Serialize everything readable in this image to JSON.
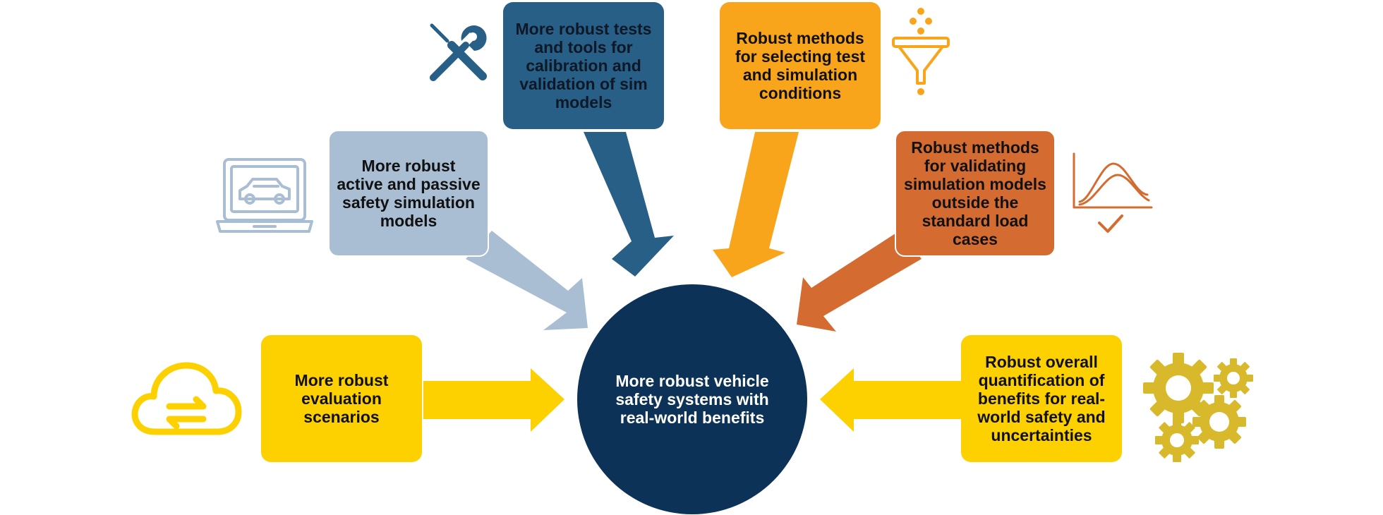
{
  "diagram": {
    "center": {
      "text": "More robust vehicle safety systems with real-world benefits",
      "color": "#0c3357"
    },
    "nodes": [
      {
        "id": "tests-tools",
        "text": "More robust tests and tools for calibration and validation of sim models",
        "color": "#285f87",
        "icon": "tools-icon"
      },
      {
        "id": "selecting-conditions",
        "text": "Robust methods for selecting test and simulation conditions",
        "color": "#f9a51b",
        "icon": "funnel-icon"
      },
      {
        "id": "safety-models",
        "text": "More robust active and passive safety simulation models",
        "color": "#a9bed3",
        "icon": "laptop-car-icon"
      },
      {
        "id": "validating-models",
        "text": "Robust methods for validating simulation models outside the standard load cases",
        "color": "#d46c32",
        "icon": "chart-check-icon"
      },
      {
        "id": "evaluation-scenarios",
        "text": "More robust evaluation scenarios",
        "color": "#fdd000",
        "icon": "cloud-sync-icon"
      },
      {
        "id": "quantification",
        "text": "Robust overall quantification of benefits for real-world safety and uncertainties",
        "color": "#fdd000",
        "icon": "gears-icon"
      }
    ],
    "edges": [
      {
        "from": "tests-tools",
        "to": "center"
      },
      {
        "from": "selecting-conditions",
        "to": "center"
      },
      {
        "from": "safety-models",
        "to": "center"
      },
      {
        "from": "validating-models",
        "to": "center"
      },
      {
        "from": "evaluation-scenarios",
        "to": "center"
      },
      {
        "from": "quantification",
        "to": "center"
      }
    ]
  }
}
